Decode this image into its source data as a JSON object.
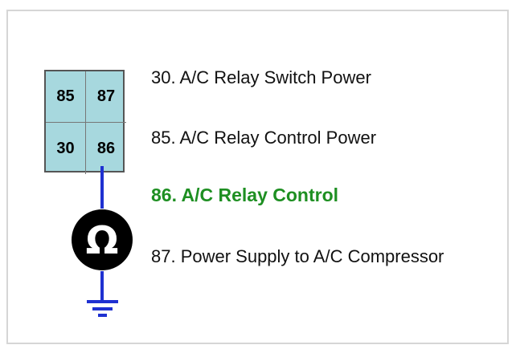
{
  "diagram": {
    "relay_pins": {
      "top_left": "85",
      "top_right": "87",
      "bottom_left": "30",
      "bottom_right": "86"
    },
    "labels": {
      "pin_30": "30. A/C Relay Switch Power",
      "pin_85": "85. A/C Relay Control Power",
      "pin_86": "86. A/C Relay Control",
      "pin_87": "87. Power Supply to A/C Compressor"
    },
    "meter_icon": "ohm-icon",
    "ground_icon": "ground-icon",
    "colors": {
      "relay_fill": "#a7d8de",
      "wire_blue": "#1f31d1",
      "highlight_green": "#1e8f22"
    }
  }
}
